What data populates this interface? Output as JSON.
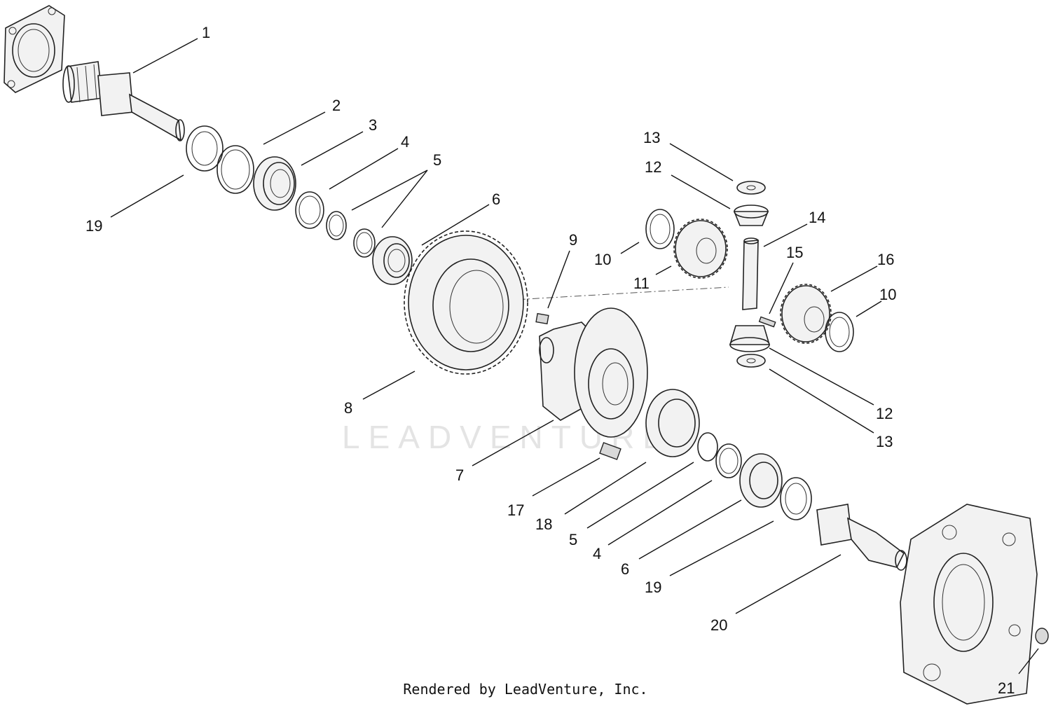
{
  "watermark": "LEADVENTURE",
  "footer": "Rendered by LeadVenture, Inc.",
  "callouts": [
    {
      "id": "c1",
      "label": "1"
    },
    {
      "id": "c2",
      "label": "2"
    },
    {
      "id": "c3",
      "label": "3"
    },
    {
      "id": "c4a",
      "label": "4"
    },
    {
      "id": "c5a",
      "label": "5"
    },
    {
      "id": "c6a",
      "label": "6"
    },
    {
      "id": "c19a",
      "label": "19"
    },
    {
      "id": "c8",
      "label": "8"
    },
    {
      "id": "c9",
      "label": "9"
    },
    {
      "id": "c7",
      "label": "7"
    },
    {
      "id": "c10a",
      "label": "10"
    },
    {
      "id": "c11",
      "label": "11"
    },
    {
      "id": "c12a",
      "label": "12"
    },
    {
      "id": "c13a",
      "label": "13"
    },
    {
      "id": "c14",
      "label": "14"
    },
    {
      "id": "c15",
      "label": "15"
    },
    {
      "id": "c16",
      "label": "16"
    },
    {
      "id": "c10b",
      "label": "10"
    },
    {
      "id": "c12b",
      "label": "12"
    },
    {
      "id": "c13b",
      "label": "13"
    },
    {
      "id": "c17",
      "label": "17"
    },
    {
      "id": "c18",
      "label": "18"
    },
    {
      "id": "c5b",
      "label": "5"
    },
    {
      "id": "c4b",
      "label": "4"
    },
    {
      "id": "c6b",
      "label": "6"
    },
    {
      "id": "c19b",
      "label": "19"
    },
    {
      "id": "c20",
      "label": "20"
    },
    {
      "id": "c21",
      "label": "21"
    }
  ]
}
